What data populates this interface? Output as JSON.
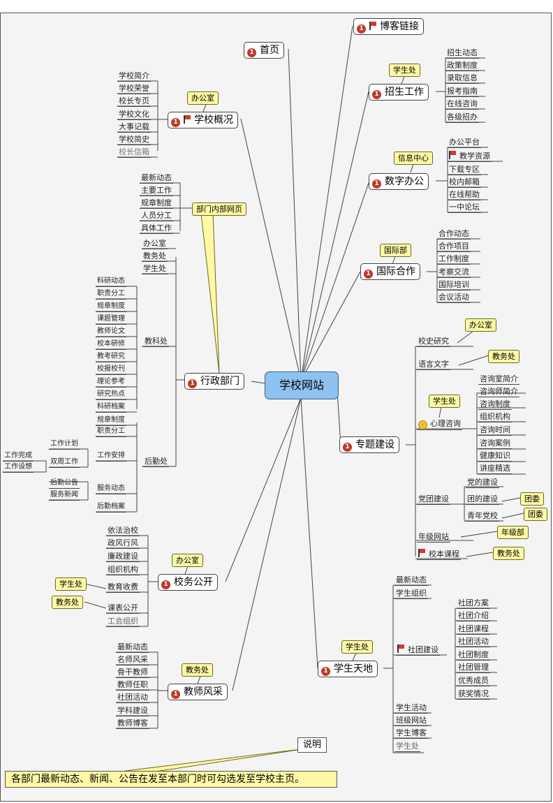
{
  "central": "学校网站",
  "note": "各部门最新动态、新闻、公告在发至本部门时可勾选发至学校主页。",
  "note_label": "说明",
  "branches": {
    "blog": "博客链接",
    "home": "首页",
    "school": {
      "title": "学校概况",
      "callout": "办公室",
      "items": [
        "学校简介",
        "学校荣誉",
        "校长专页",
        "学校文化",
        "大事记载",
        "学校简史",
        "校长信箱"
      ]
    },
    "dept_pages": {
      "callout": "部门内部网页",
      "items": [
        "最新动态",
        "主要工作",
        "规章制度",
        "人员分工",
        "具体工作"
      ]
    },
    "admin": {
      "title": "行政部门",
      "top": [
        "办公室",
        "教务处",
        "学生处"
      ],
      "jiaoke": "教科处",
      "jiaoke_items": [
        "科研动态",
        "职责分工",
        "规章制度",
        "课题管理",
        "教师论文",
        "校本研修",
        "教考研究",
        "校报校刊",
        "理论参考",
        "研究热点",
        "科研档案"
      ],
      "houqin": "后勤处",
      "houqin_items": [
        "规章制度",
        "职责分工"
      ],
      "work": "工作安排",
      "plan": "工作计划",
      "biweek": "双周工作",
      "done": "工作完成",
      "idea": "工作设想",
      "service": "服务动态",
      "notice": "后勤公告",
      "news": "服务新闻",
      "archive": "后勤档案"
    },
    "affairs": {
      "title": "校务公开",
      "callout": "办公室",
      "items": [
        "依法治校",
        "政风行风",
        "廉政建设",
        "组织机构",
        "教育收费",
        "课表公开",
        "工会组织"
      ],
      "fee_callout": "学生处",
      "table_callout": "教务处"
    },
    "teachers": {
      "title": "教师风采",
      "callout": "教务处",
      "items": [
        "最新动态",
        "名师风采",
        "骨干教师",
        "教师任职",
        "社团活动",
        "学科建设",
        "教师博客"
      ]
    },
    "enroll": {
      "title": "招生工作",
      "callout": "学生处",
      "items": [
        "招生动态",
        "政策制度",
        "录取信息",
        "报考指南",
        "在线咨询",
        "各级招办"
      ]
    },
    "digital": {
      "title": "数字办公",
      "callout": "信息中心",
      "items": [
        "办公平台",
        "教学资源",
        "下载专区",
        "校内邮箱",
        "在线帮助",
        "一中论坛"
      ]
    },
    "intl": {
      "title": "国际合作",
      "callout": "国际部",
      "items": [
        "合作动态",
        "合作项目",
        "工作制度",
        "考察交流",
        "国际培训",
        "会议活动"
      ]
    },
    "special": {
      "title": "专题建设",
      "history": "校史研究",
      "history_callout": "办公室",
      "lang": "语言文字",
      "lang_callout": "教务处",
      "psych": "心理咨询",
      "psych_callout": "学生处",
      "psych_items": [
        "咨询室简介",
        "咨询师简介",
        "咨询制度",
        "组织机构",
        "咨询时间",
        "咨询案例",
        "健康知识",
        "讲座精选"
      ],
      "party": "党团建设",
      "party_items": [
        "党的建设",
        "团的建设",
        "青年党校"
      ],
      "party_callouts": [
        "团委",
        "团委"
      ],
      "grade": "年级网站",
      "grade_callout": "年级部",
      "course": "校本课程",
      "course_callout": "教务处"
    },
    "students": {
      "title": "学生天地",
      "callout": "学生处",
      "top": [
        "最新动态",
        "学生组织"
      ],
      "clubs": "社团建设",
      "club_items": [
        "社团方案",
        "社团介绍",
        "社团课程",
        "社团活动",
        "社团制度",
        "社团管理",
        "优秀成员",
        "获奖情况"
      ],
      "bottom": [
        "学生活动",
        "班级网站",
        "学生博客",
        "学生处"
      ]
    }
  },
  "colors": {
    "central": "#8fc3ef",
    "callout": "#fff9a6",
    "line": "#444444",
    "background": "#f4f4f4"
  }
}
